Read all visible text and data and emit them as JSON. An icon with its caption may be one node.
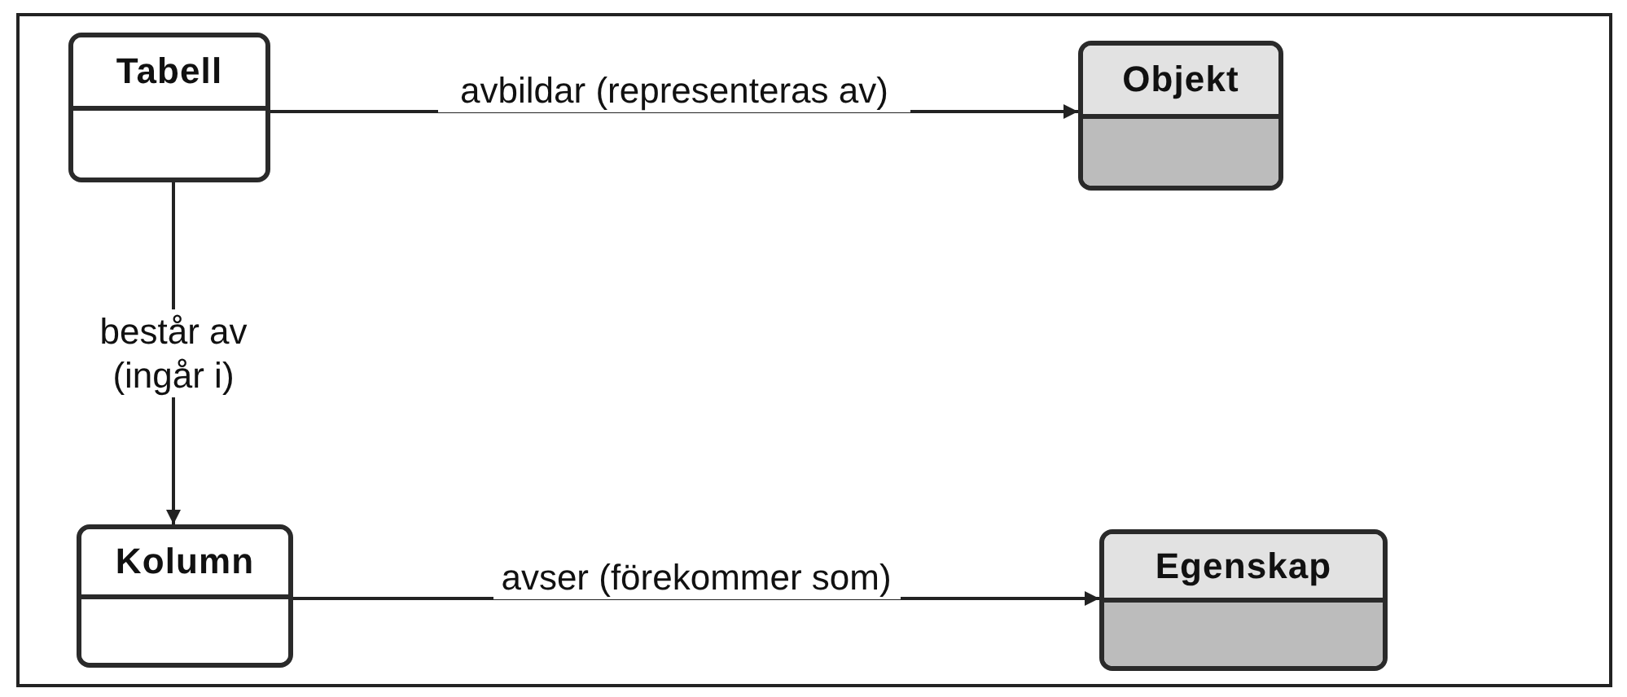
{
  "diagram": {
    "nodes": [
      {
        "text": [
          "Tabell"
        ]
      },
      {
        "text": [
          "Objekt"
        ]
      },
      {
        "text": [
          "Kolumn"
        ]
      },
      {
        "text": [
          "Egenskap"
        ]
      }
    ],
    "edges": [
      {
        "from": 0,
        "to": 1,
        "arrow": "to",
        "label": "avbildar (representeras av)"
      },
      {
        "from": 0,
        "to": 2,
        "arrow": "to",
        "label": "består av (ingår i)"
      },
      {
        "from": 2,
        "to": 3,
        "arrow": "to",
        "label": "avser (förekommer som)"
      }
    ]
  }
}
